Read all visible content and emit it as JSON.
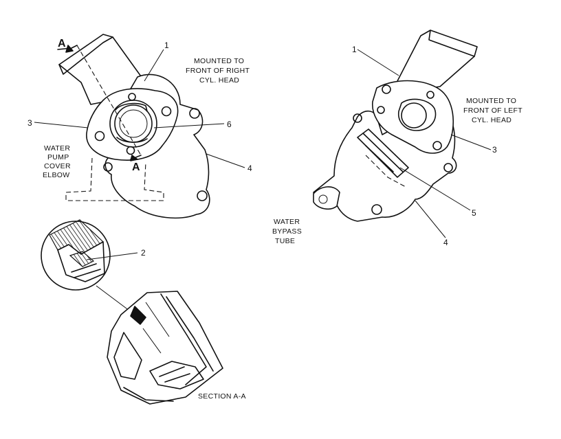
{
  "left_view": {
    "mount_note": [
      "MOUNTED TO",
      "FRONT OF RIGHT",
      "CYL. HEAD"
    ],
    "elbow_note": [
      "WATER",
      "PUMP",
      "COVER",
      "ELBOW"
    ],
    "section_marks": [
      "A",
      "A"
    ],
    "callouts": [
      "1",
      "3",
      "6",
      "4",
      "2"
    ]
  },
  "right_view": {
    "mount_note": [
      "MOUNTED TO",
      "FRONT OF LEFT",
      "CYL. HEAD"
    ],
    "callouts": [
      "1",
      "3",
      "5",
      "4"
    ]
  },
  "bypass_note": [
    "WATER",
    "BYPASS",
    "TUBE"
  ],
  "section_caption": "SECTION A-A"
}
